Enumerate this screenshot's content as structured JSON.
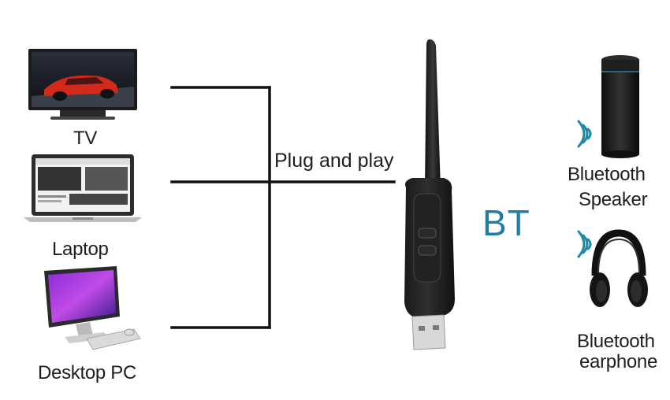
{
  "devices": {
    "tv": "TV",
    "laptop": "Laptop",
    "desktop": "Desktop PC"
  },
  "connection": {
    "label": "Plug and play"
  },
  "adapter": {
    "bt_label": "BT"
  },
  "outputs": {
    "speaker": [
      "Bluetooth",
      "Speaker"
    ],
    "earphone": [
      "Bluetooth",
      "earphone"
    ]
  }
}
